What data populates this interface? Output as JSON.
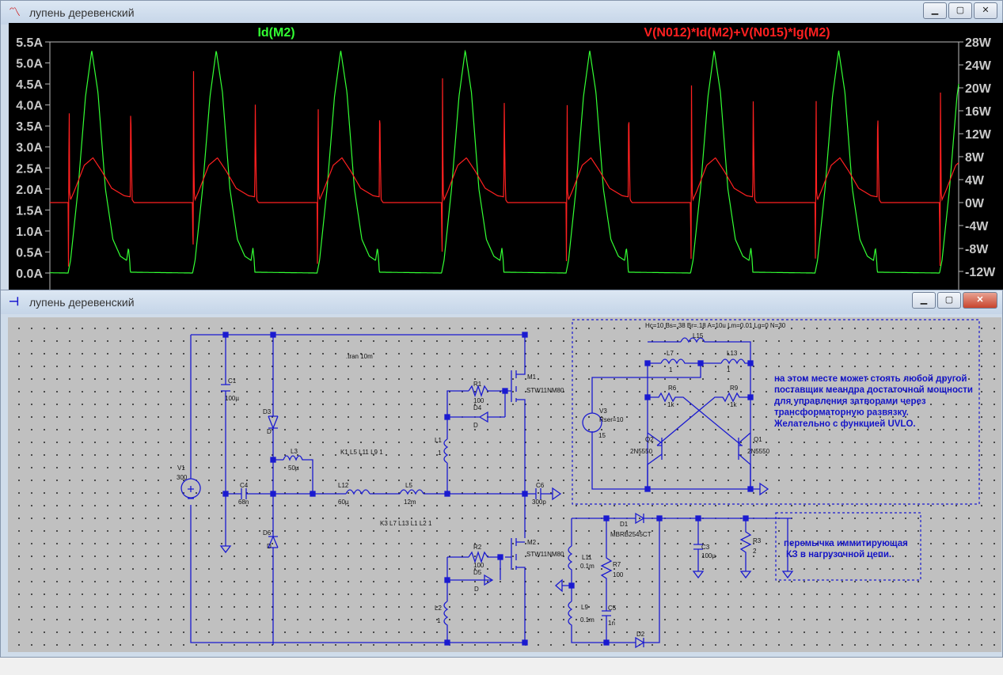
{
  "waveform_window": {
    "title": "лупень деревенский",
    "icon": "waveform-icon",
    "controls": {
      "minimize": "▁",
      "maximize": "▢",
      "close": "✕"
    }
  },
  "schematic_window": {
    "title": "лупень деревенский",
    "icon": "transistor-icon",
    "controls": {
      "minimize": "▁",
      "maximize": "▢",
      "close": "✕"
    }
  },
  "chart_data": {
    "type": "line",
    "left_axis": {
      "ticks": [
        "5.5A",
        "5.0A",
        "4.5A",
        "4.0A",
        "3.5A",
        "3.0A",
        "2.5A",
        "2.0A",
        "1.5A",
        "1.0A",
        "0.5A",
        "0.0A"
      ],
      "range": [
        0,
        5.5
      ],
      "unit": "A"
    },
    "right_axis": {
      "ticks": [
        "28W",
        "24W",
        "20W",
        "16W",
        "12W",
        "8W",
        "4W",
        "0W",
        "-4W",
        "-8W",
        "-12W"
      ],
      "range": [
        -12,
        28
      ],
      "unit": "W"
    },
    "cycles_visible": 7.3,
    "series": [
      {
        "name": "Id(M2)",
        "color": "#33ff33",
        "axis": "left",
        "cycle_phase": [
          0,
          0.02,
          0.08,
          0.14,
          0.19,
          0.24,
          0.3,
          0.36,
          0.42,
          0.47,
          0.485,
          0.495,
          0.5,
          1
        ],
        "cycle_values": [
          0,
          0.3,
          2.0,
          4.2,
          5.3,
          4.3,
          2.0,
          0.8,
          0.4,
          0.3,
          0.6,
          0.3,
          0.02,
          0
        ]
      },
      {
        "name": "V(N012)*Id(M2)+V(N015)*Ig(M2)",
        "color": "#ff2020",
        "axis": "right",
        "cycle_phase": [
          0,
          0.004,
          0.008,
          0.012,
          0.02,
          0.05,
          0.13,
          0.2,
          0.27,
          0.35,
          0.45,
          0.5,
          0.503,
          0.508,
          0.515,
          0.53,
          1
        ],
        "cycle_values": [
          0,
          -14,
          24,
          2,
          0.5,
          2,
          6.5,
          7.8,
          5.5,
          2.5,
          1.2,
          1,
          19,
          8,
          0.5,
          0,
          0
        ]
      }
    ]
  },
  "schematic": {
    "labels": {
      "tran": ".tran 10m",
      "c1": "C1",
      "c1v": "100µ",
      "d3": "D3",
      "d3v": "D",
      "l3": "L3",
      "l3v": "50µ",
      "k1": "K1 L5 L11 L9 1",
      "v1": "V1",
      "v1v": "300",
      "c4": "C4",
      "c4v": "68n",
      "l12": "L12",
      "l12v": "60µ",
      "l5": "L5",
      "l5v": "12m",
      "l1": "L1",
      "l1v": "1",
      "r1": "R1",
      "r1v": "100",
      "d4": "D4",
      "d4v": "D",
      "m1": "M1",
      "m1v": "STW11NM80",
      "c6": "C6",
      "c6v": "300p",
      "k3": "K3 L7 L13 L1 L2 1",
      "d6": "D6",
      "d6v": "D",
      "m2": "M2",
      "m2v": "STW11NM80",
      "r2": "R2",
      "r2v": "100",
      "d5": "D5",
      "d5v": "D",
      "l2": "L2",
      "l2v": "1",
      "l11": "L11",
      "l11v": "0.1m",
      "l9": "L9",
      "l9v": "0.1m",
      "r7": "R7",
      "r7v": "100",
      "c5": "C5",
      "c5v": "1n",
      "d1": "D1",
      "d1v": "MBRB2545CT",
      "d2": "D2",
      "c3": "C3",
      "c3v": "100µ",
      "r3": "R3",
      "r3v": "2",
      "core": "Hc=10 Bs=.38 Br=.18 A=10u Lm=0.01 Lg=0 N=30",
      "l15": "L15",
      "l7": "L7",
      "l7v": "1",
      "l13": "L13",
      "l13v": "1",
      "r6": "R6",
      "r6v": "1k",
      "r9": "R9",
      "r9v": "1k",
      "v3": "V3",
      "v3r": "Rser=10",
      "v3v": "15",
      "q2": "Q2",
      "q2v": "2N5550",
      "q1": "Q1",
      "q1v": "2N5550"
    },
    "note1": [
      "на этом месте может стоять любой другой",
      "поставщик меандра достаточной мощности",
      "для управления затворами через",
      "трансформаторную развязку.",
      "Желательно с функцией UVLO."
    ],
    "note2": [
      "перемычка иммитирующая",
      "КЗ в нагрузочной цепи."
    ],
    "wire_color": "#1a1ad0"
  }
}
